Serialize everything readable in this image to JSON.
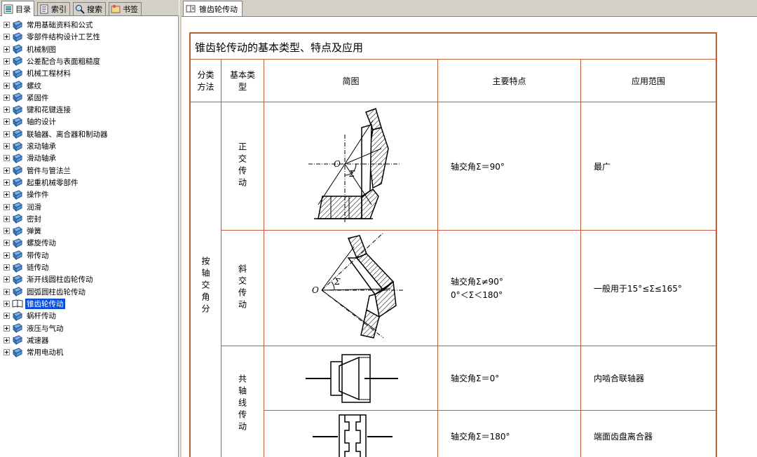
{
  "left_tabs": [
    {
      "label": "目录",
      "icon": "contents-icon"
    },
    {
      "label": "索引",
      "icon": "index-icon"
    },
    {
      "label": "搜索",
      "icon": "search-icon"
    },
    {
      "label": "书签",
      "icon": "bookmark-icon"
    }
  ],
  "tree": {
    "items": [
      "常用基础资料和公式",
      "零部件结构设计工艺性",
      "机械制图",
      "公差配合与表面粗糙度",
      "机械工程材料",
      "螺纹",
      "紧固件",
      "键和花键连接",
      "轴的设计",
      "联轴器、离合器和制动器",
      "滚动轴承",
      "滑动轴承",
      "管件与管法兰",
      "起重机械零部件",
      "操作件",
      "润滑",
      "密封",
      "弹簧",
      "螺旋传动",
      "带传动",
      "链传动",
      "渐开线圆柱齿轮传动",
      "圆弧圆柱齿轮传动",
      "锥齿轮传动",
      "蜗杆传动",
      "液压与气动",
      "减速器",
      "常用电动机"
    ],
    "selected": "锥齿轮传动"
  },
  "right_tab": {
    "label": "锥齿轮传动"
  },
  "doc": {
    "title": "锥齿轮传动的基本类型、特点及应用",
    "headers": {
      "method": "分类方法",
      "type": "基本类型",
      "diagram": "简图",
      "features": "主要特点",
      "application": "应用范围"
    },
    "method_value": "按轴交角分",
    "rows": [
      {
        "type": "正交传动",
        "features": "轴交角Σ＝90°",
        "application": "最广"
      },
      {
        "type": "斜交传动",
        "features_line1": "轴交角Σ≠90°",
        "features_line2": "0°＜Σ＜180°",
        "application": "一般用于15°≤Σ≤165°"
      },
      {
        "type": "共轴线传动",
        "features": "轴交角Σ＝0°",
        "application": "内啮合联轴器"
      },
      {
        "features": "轴交角Σ＝180°",
        "application": "端面齿盘离合器"
      }
    ],
    "diagram_labels": {
      "o": "O",
      "sigma": "Σ"
    }
  }
}
